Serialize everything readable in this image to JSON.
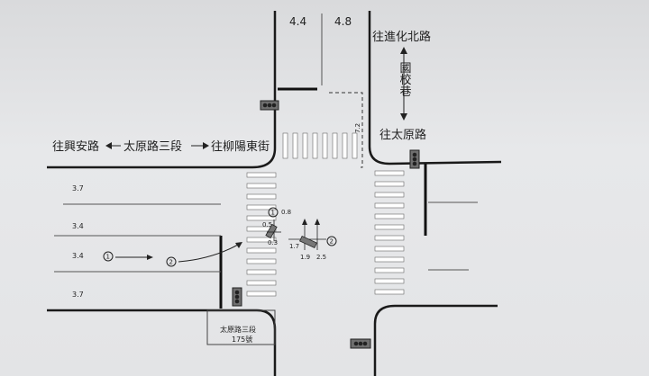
{
  "lane_widths": {
    "top_left": "4.4",
    "top_right": "4.8",
    "w1": "3.7",
    "w2": "3.4",
    "w3": "3.4",
    "w4": "3.7"
  },
  "road_labels": {
    "north_top": "往進化北路",
    "north_side": "國校巷",
    "east": "往太原路",
    "west_left": "往興安路",
    "west_center": "太原路三段",
    "west_right": "往柳陽東街",
    "building_line1": "太原路三段",
    "building_line2": "175號"
  },
  "dimension_marks": {
    "crosswalk_offset": "7.2"
  },
  "vehicles": {
    "v1": {
      "marker": "1",
      "dims": [
        "0.8",
        "0.5",
        "0.3"
      ]
    },
    "v2": {
      "marker": "2",
      "dims": [
        "1.7",
        "1.9",
        "2.5"
      ]
    }
  },
  "path_markers": [
    "1",
    "2"
  ],
  "colors": {
    "line": "#1a1a1a",
    "paper": "#e5e6e8"
  }
}
